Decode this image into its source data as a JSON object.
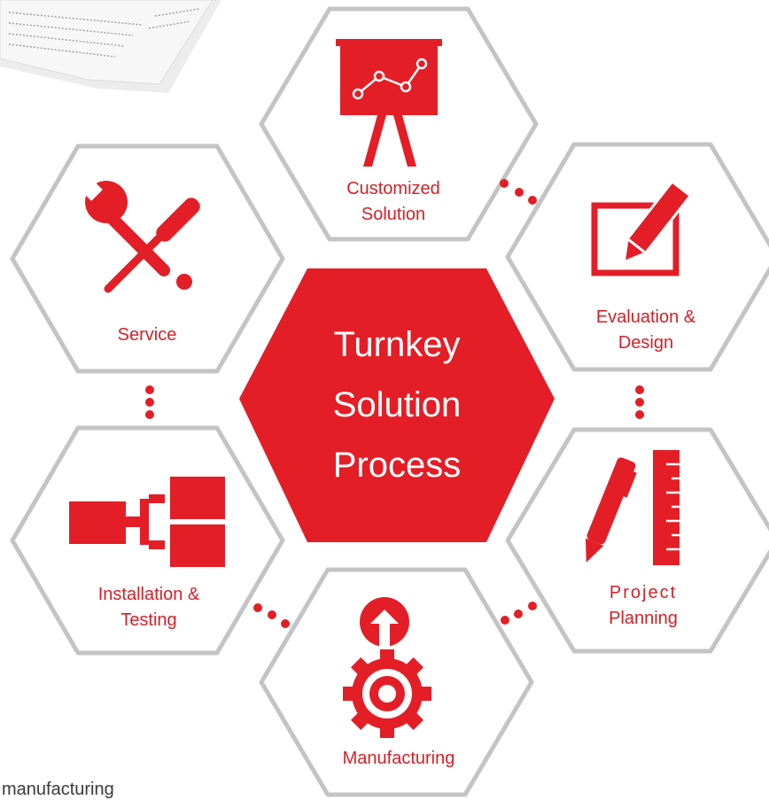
{
  "center": {
    "lines": [
      "Turnkey",
      "Solution",
      "Process"
    ]
  },
  "steps": [
    {
      "id": "customized",
      "lines": [
        "Customized",
        "Solution"
      ],
      "icon": "presentation-chart-icon"
    },
    {
      "id": "evaluation",
      "lines": [
        "Evaluation &",
        "Design"
      ],
      "icon": "pencil-on-board-icon"
    },
    {
      "id": "planning",
      "lines": [
        "Project",
        "Planning"
      ],
      "icon": "pen-and-ruler-icon"
    },
    {
      "id": "manufacturing",
      "lines": [
        "Manufacturing"
      ],
      "icon": "gear-with-arrow-icon"
    },
    {
      "id": "installation",
      "lines": [
        "Installation &",
        "Testing"
      ],
      "icon": "connected-blocks-icon"
    },
    {
      "id": "service",
      "lines": [
        "Service"
      ],
      "icon": "wrench-and-screwdriver-icon"
    }
  ],
  "footer_text": "manufacturing",
  "colors": {
    "accent": "#e31e26",
    "label": "#d81e26",
    "hex_outline": "#c4c4c4"
  }
}
